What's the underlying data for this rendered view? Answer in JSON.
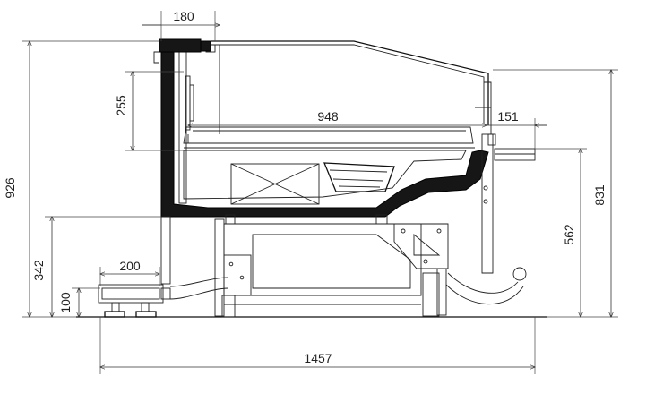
{
  "dimensions": {
    "top_width": "180",
    "upper_height": "255",
    "overall_height": "926",
    "lower_height": "342",
    "base_height": "100",
    "foot_width": "200",
    "inner_depth": "948",
    "shelf_depth": "151",
    "total_height_right": "831",
    "counter_height": "562",
    "overall_length": "1457"
  },
  "colors": {
    "line": "#222222",
    "insulation": "#161616",
    "background": "#ffffff"
  }
}
